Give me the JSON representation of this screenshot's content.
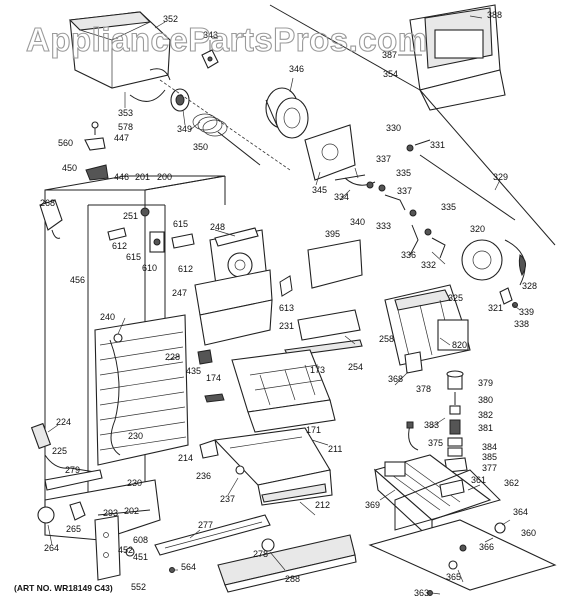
{
  "watermark": "AppliancePartsPros.com",
  "art_number": "(ART NO. WR18149 C43)",
  "labels": {
    "l352": "352",
    "l353": "353",
    "l343": "343",
    "l349": "349",
    "l350": "350",
    "l346": "346",
    "l354": "354",
    "l387": "387",
    "l388": "388",
    "l578": "578",
    "l560": "560",
    "l447": "447",
    "l450": "450",
    "l446": "446",
    "l201": "201",
    "l200": "200",
    "l268": "268",
    "l251": "251",
    "l612a": "612",
    "l615a": "615",
    "l610": "610",
    "l615b": "615",
    "l612b": "612",
    "l248": "248",
    "l456": "456",
    "l247": "247",
    "l613": "613",
    "l330": "330",
    "l331": "331",
    "l337a": "337",
    "l335a": "335",
    "l334": "334",
    "l345": "345",
    "l340": "340",
    "l333": "333",
    "l337b": "337",
    "l335b": "335",
    "l329": "329",
    "l395": "395",
    "l336": "336",
    "l332": "332",
    "l320": "320",
    "l325": "325",
    "l321": "321",
    "l328": "328",
    "l339": "339",
    "l338": "338",
    "l240": "240",
    "l228": "228",
    "l231": "231",
    "l258": "258",
    "l820": "820",
    "l435": "435",
    "l174": "174",
    "l254": "254",
    "l173": "173",
    "l368": "368",
    "l378": "378",
    "l379": "379",
    "l380": "380",
    "l382": "382",
    "l381": "381",
    "l383": "383",
    "l375": "375",
    "l384": "384",
    "l385": "385",
    "l377": "377",
    "l171": "171",
    "l224": "224",
    "l230a": "230",
    "l211": "211",
    "l225": "225",
    "l214": "214",
    "l279": "279",
    "l236": "236",
    "l230b": "230",
    "l237": "237",
    "l212": "212",
    "l369": "369",
    "l361": "361",
    "l362": "362",
    "l293": "293",
    "l202": "202",
    "l265": "265",
    "l264": "264",
    "l277": "277",
    "l608": "608",
    "l452": "452",
    "l451": "451",
    "l278": "278",
    "l564": "564",
    "l552": "552",
    "l288": "288",
    "l364": "364",
    "l360": "360",
    "l366": "366",
    "l365": "365",
    "l363": "363"
  }
}
